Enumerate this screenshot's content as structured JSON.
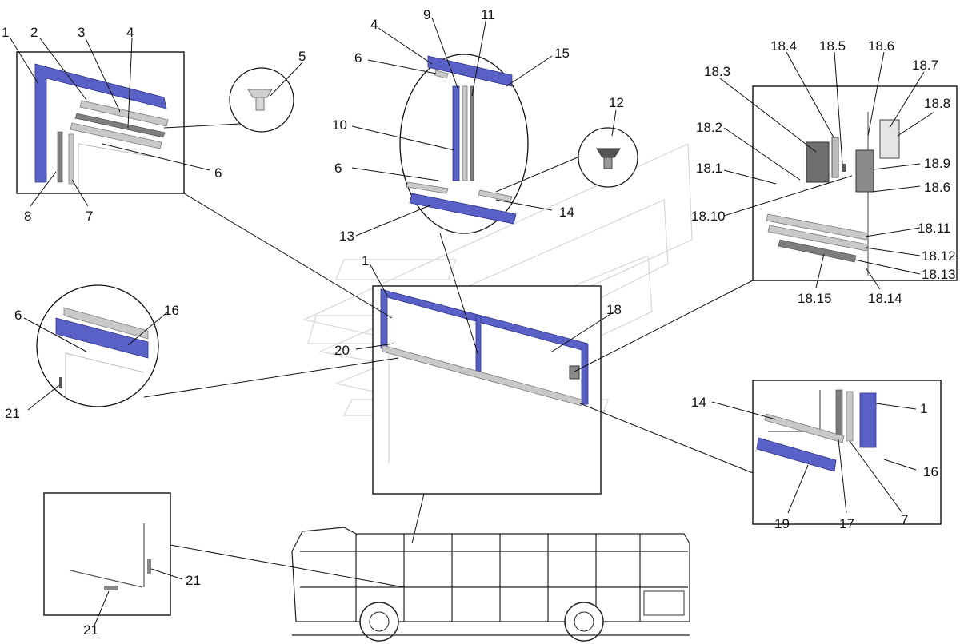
{
  "callouts": {
    "c1_tl": "1",
    "c2_tl": "2",
    "c3_tl": "3",
    "c4_tl": "4",
    "c5_tl": "5",
    "c6_tl": "6",
    "c7_tl": "7",
    "c8_tl": "8",
    "c4_tc": "4",
    "c6_tc_a": "6",
    "c9_tc": "9",
    "c11_tc": "11",
    "c15_tc": "15",
    "c10_tc": "10",
    "c12_tc": "12",
    "c6_tc_b": "6",
    "c14_tc": "14",
    "c13_tc": "13",
    "c18_3": "18.3",
    "c18_4": "18.4",
    "c18_5": "18.5",
    "c18_6a": "18.6",
    "c18_7": "18.7",
    "c18_8": "18.8",
    "c18_2": "18.2",
    "c18_1": "18.1",
    "c18_9": "18.9",
    "c18_10": "18.10",
    "c18_6b": "18.6",
    "c18_11": "18.11",
    "c18_12": "18.12",
    "c18_13": "18.13",
    "c18_15": "18.15",
    "c18_14": "18.14",
    "c6_ml": "6",
    "c16_ml": "16",
    "c21_ml": "21",
    "c1_c": "1",
    "c20_c": "20",
    "c18_c": "18",
    "c14_br": "14",
    "c1_br": "1",
    "c16_br": "16",
    "c19_br": "19",
    "c17_br": "17",
    "c7_br": "7",
    "c21_bl_a": "21",
    "c21_bl_b": "21"
  },
  "colors": {
    "profile_blue": "#5a61c6",
    "profile_grey": "#c9c9c9",
    "watermark": "#d6d6d6"
  }
}
